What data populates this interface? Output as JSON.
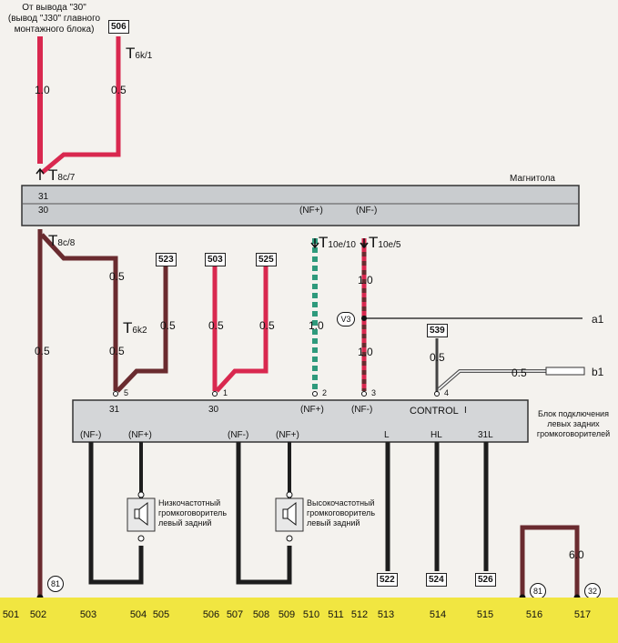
{
  "header_note": [
    "От вывода \"30\"",
    "(вывод \"J30\" главного",
    "монтажного блока)"
  ],
  "radio_label": "Магнитола",
  "radio_pins": [
    "31",
    "30"
  ],
  "radio_signals": [
    "(NF+)",
    "(NF-)"
  ],
  "connectors": {
    "t6k1": {
      "main": "T",
      "sub": "6k/1"
    },
    "t8c7": {
      "main": "T",
      "sub": "8c/7"
    },
    "t8c8": {
      "main": "T",
      "sub": "8c/8"
    },
    "t6k2": {
      "main": "T",
      "sub": "6k2"
    },
    "t10e10": {
      "main": "T",
      "sub": "10e/10"
    },
    "t10e5": {
      "main": "T",
      "sub": "10e/5"
    }
  },
  "wire_gauges": {
    "w_top_left": "1.0",
    "w_top_506": "0.5",
    "w_main_ground": "0.5",
    "w_31_up": "0.5",
    "w_31_down": "0.5",
    "w_523": "0.5",
    "w_503": "0.5",
    "w_525": "0.5",
    "w_nfp": "1.0",
    "w_nfm_up": "1.0",
    "w_nfm_down": "1.0",
    "w_539": "0.5",
    "w_b1": "0.5",
    "w_right": "6.0"
  },
  "refs": {
    "r506": "506",
    "r523": "523",
    "r503": "503",
    "r525": "525",
    "r539": "539",
    "r522": "522",
    "r524": "524",
    "r526": "526"
  },
  "ground_marks": [
    "81",
    "81",
    "32"
  ],
  "node_v3": "V3",
  "outputs": {
    "a1": "a1",
    "b1": "b1"
  },
  "module": {
    "title": [
      "Блок подключения",
      "левых задних",
      "громкоговорителей"
    ],
    "control": "CONTROL",
    "control_mark": "I",
    "top_pins": [
      {
        "num": "5",
        "label": "31"
      },
      {
        "num": "1",
        "label": "30"
      },
      {
        "num": "2",
        "label": "(NF+)"
      },
      {
        "num": "3",
        "label": "(NF-)"
      },
      {
        "num": "4",
        "label": ""
      }
    ],
    "bottom_labels": [
      "(NF-)",
      "(NF+)",
      "(NF-)",
      "(NF+)",
      "L",
      "HL",
      "31L"
    ]
  },
  "speakers": {
    "low": [
      "Низкочастотный",
      "громкоговоритель",
      "левый задний"
    ],
    "high": [
      "Высокочастотный",
      "громкоговоритель",
      "левый задний"
    ]
  },
  "bottom_numbers": [
    "501",
    "502",
    "503",
    "504",
    "505",
    "506",
    "507",
    "508",
    "509",
    "510",
    "511",
    "512",
    "513",
    "514",
    "515",
    "516",
    "517"
  ],
  "colors": {
    "red": "#d9284f",
    "brown": "#6a2b2f",
    "green": "#2f9a7c",
    "dark": "#1d1d1d",
    "bar": "#f1e641",
    "rail": "#c9cccf"
  }
}
